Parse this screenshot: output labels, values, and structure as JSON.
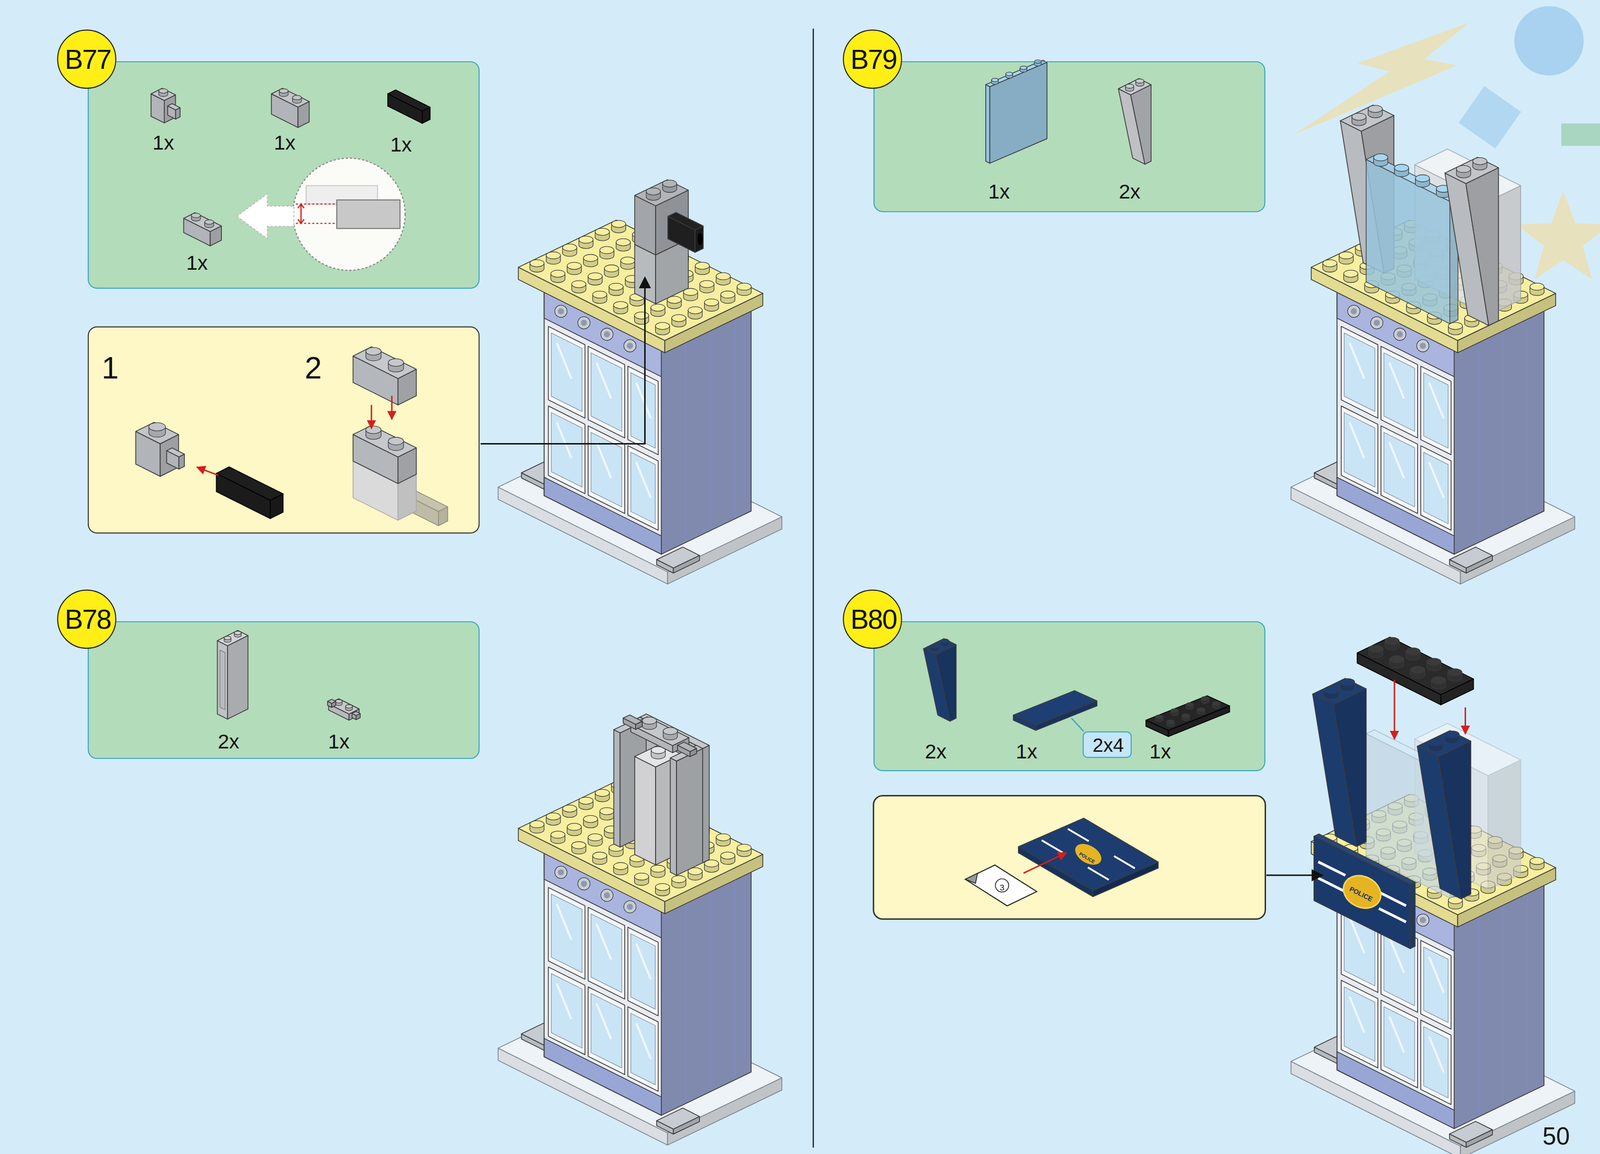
{
  "diagram": {
    "nodes": [
      {
        "text": [
          "B77"
        ]
      },
      {
        "text": [
          "1x",
          "1x",
          "1x",
          "1x"
        ]
      },
      {
        "text": [
          "1",
          "2"
        ]
      },
      {
        "text": [
          "B78"
        ]
      },
      {
        "text": [
          "2x",
          "1x"
        ]
      },
      {
        "text": [
          "B79"
        ]
      },
      {
        "text": [
          "1x",
          "2x"
        ]
      },
      {
        "text": [
          "B80"
        ]
      },
      {
        "text": [
          "2x",
          "1x",
          "1x"
        ]
      },
      {
        "text": [
          "2x4"
        ],
        "in": 8
      }
    ],
    "labels": [
      "3",
      "POLICE",
      "POLICE",
      "50"
    ]
  }
}
